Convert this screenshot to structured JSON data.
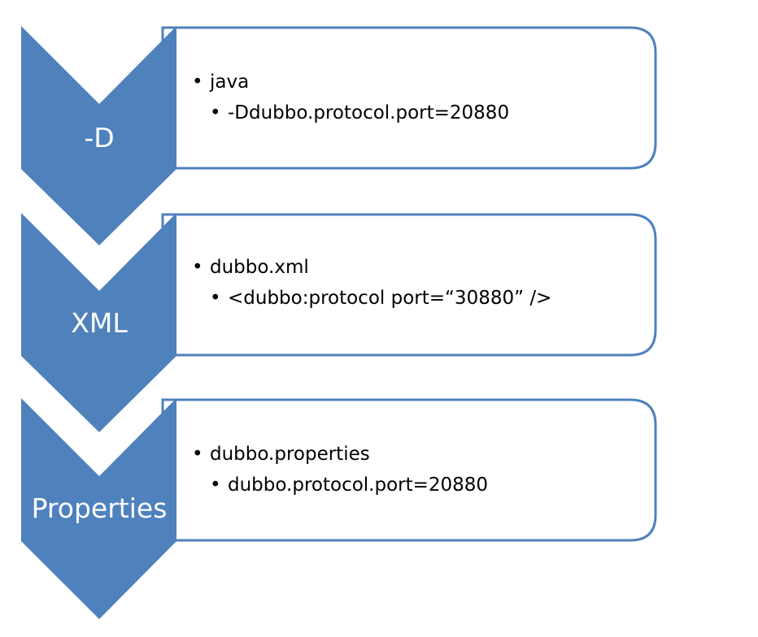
{
  "colors": {
    "accent": "#4f81bd",
    "chevron_text": "#ffffff",
    "panel_fill": "#ffffff",
    "body_text": "#000000"
  },
  "bullet_glyph": "•",
  "steps": [
    {
      "label": "-D",
      "items": [
        {
          "level": 1,
          "text": "java"
        },
        {
          "level": 2,
          "text": "-Ddubbo.protocol.port=20880"
        }
      ]
    },
    {
      "label": "XML",
      "items": [
        {
          "level": 1,
          "text": "dubbo.xml"
        },
        {
          "level": 2,
          "text": "<dubbo:protocol port=“30880” />"
        }
      ]
    },
    {
      "label": "Properties",
      "items": [
        {
          "level": 1,
          "text": "dubbo.properties"
        },
        {
          "level": 2,
          "text": "dubbo.protocol.port=20880"
        }
      ]
    }
  ]
}
